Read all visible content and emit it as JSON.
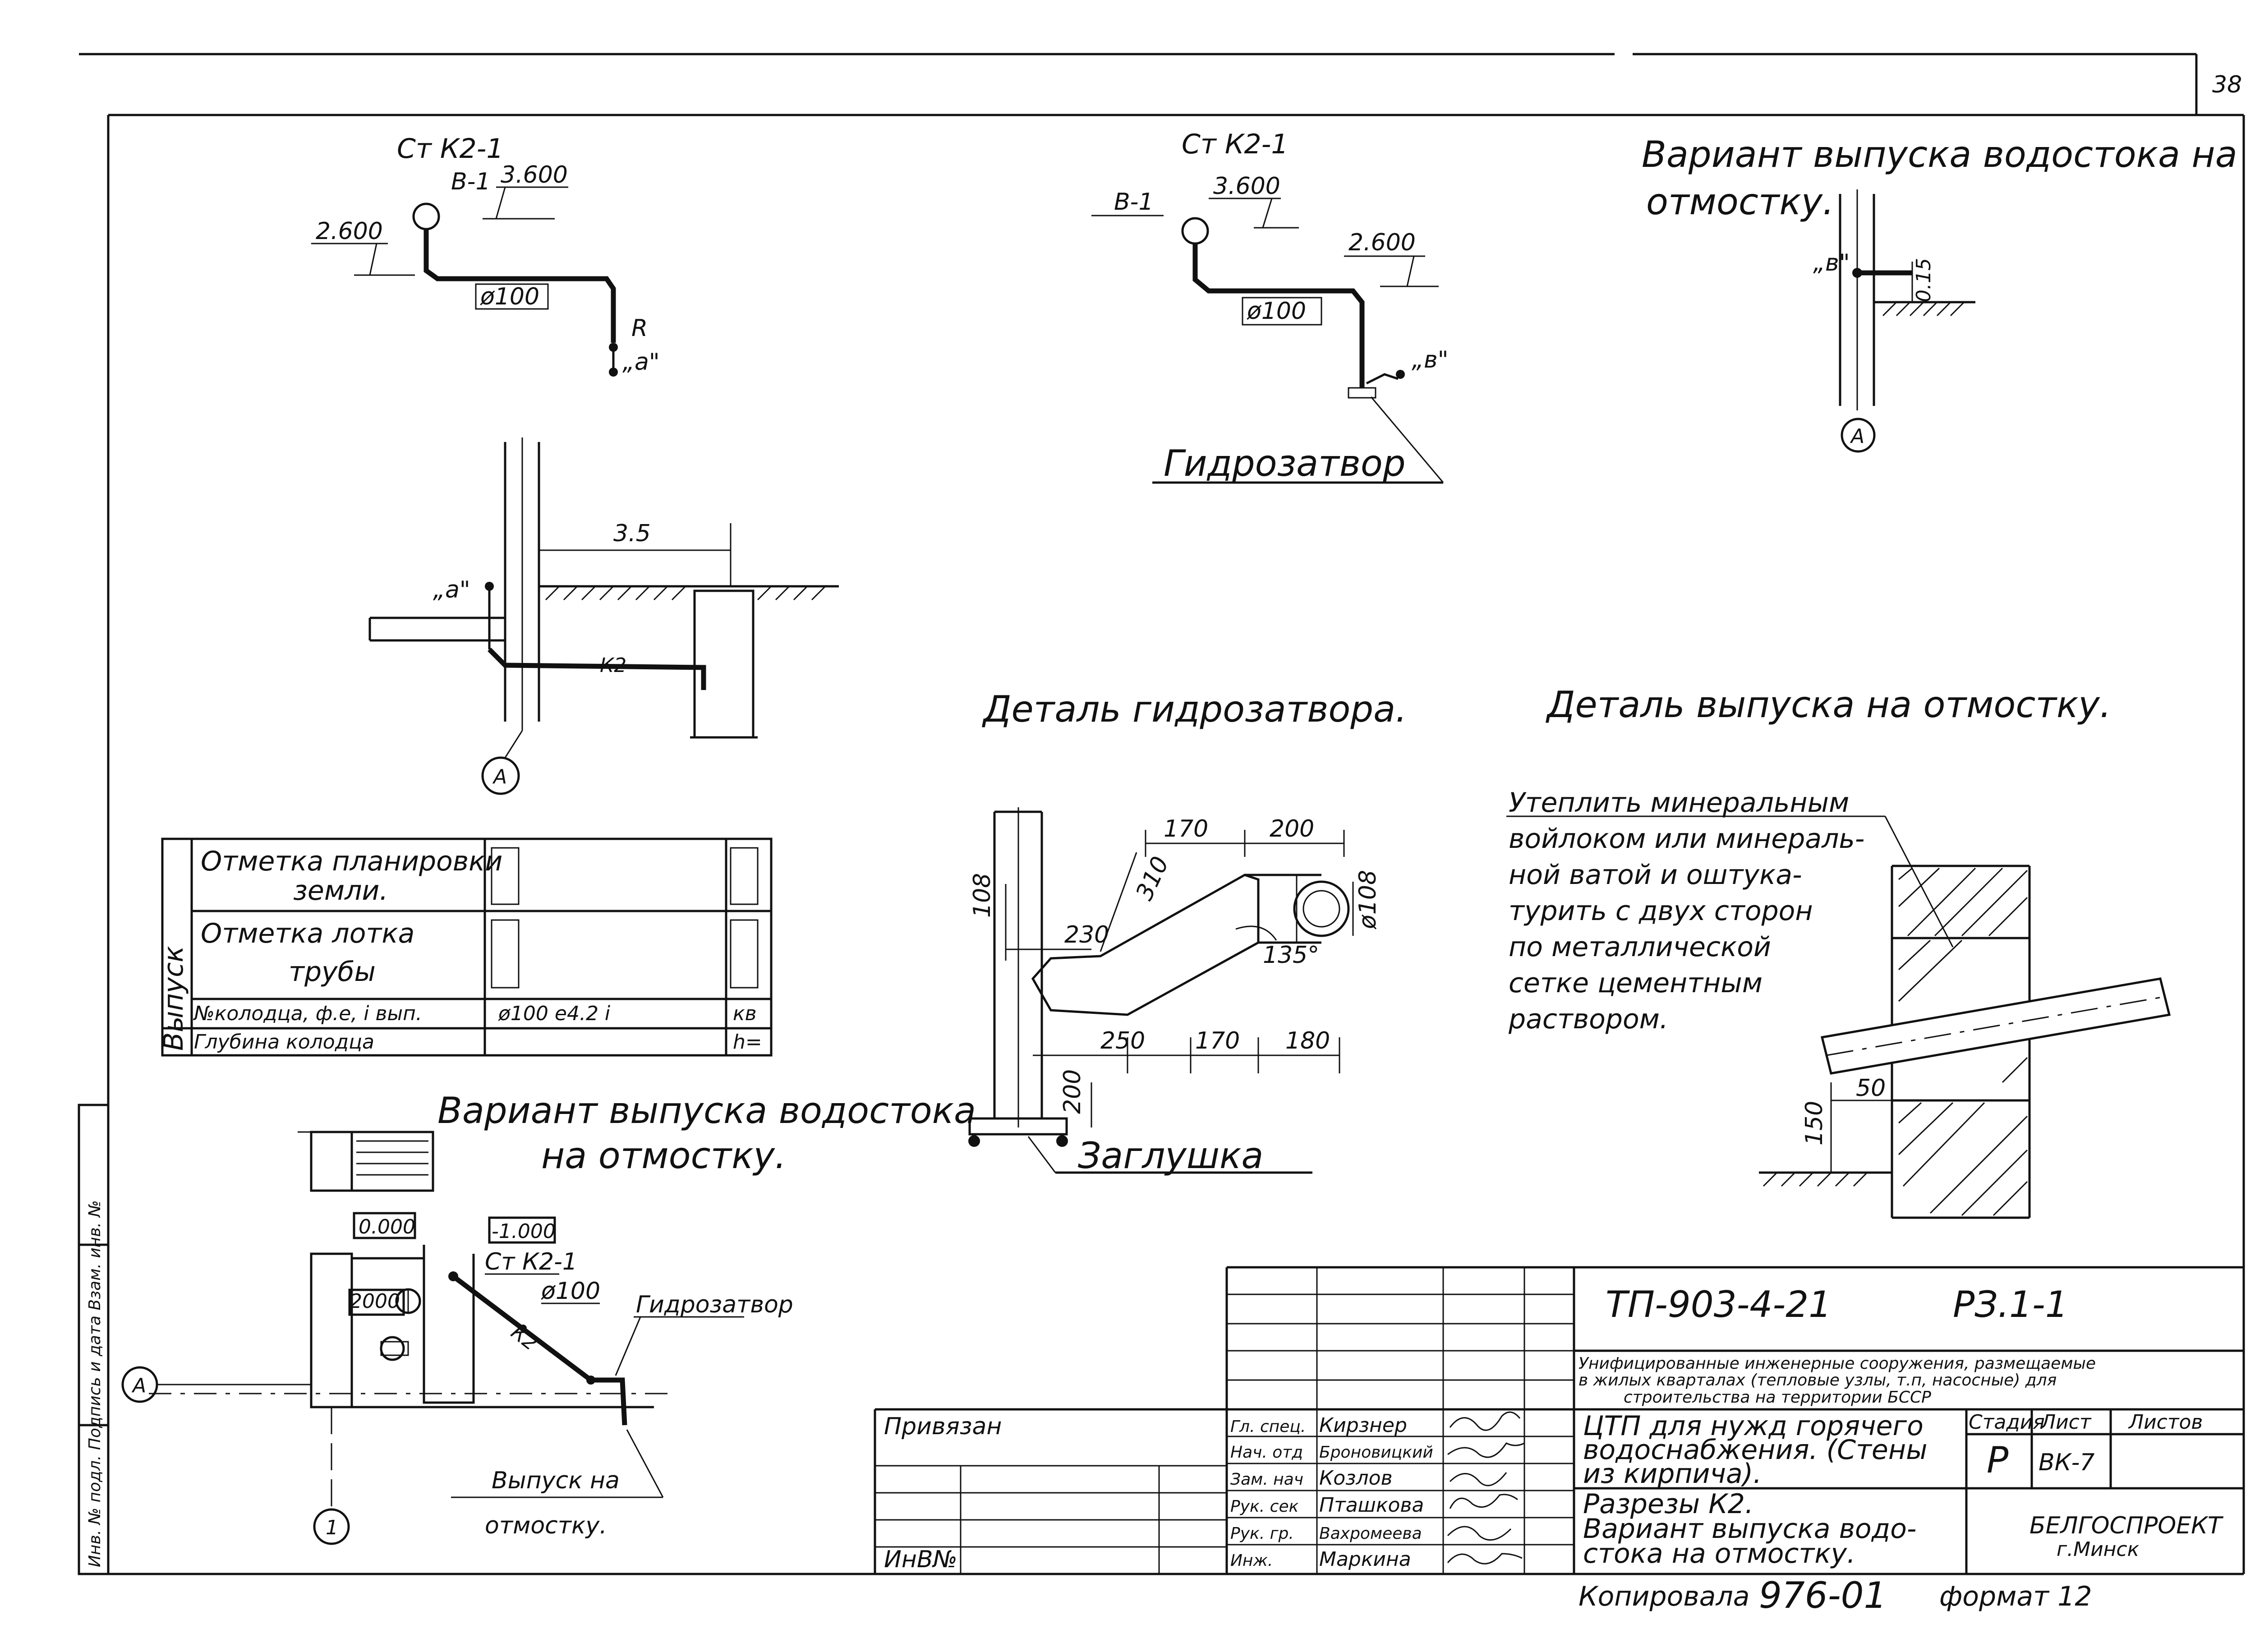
{
  "sheet": {
    "page_number": "38",
    "side_stamp": "Инв. № подл. Подпись и дата Взам. инв. №"
  },
  "diagram_top_left": {
    "label": "Ст К2-1",
    "node": "В-1",
    "elev_high": "3.600",
    "elev_low": "2.600",
    "pipe": "ø100",
    "bend": "R",
    "point": "„а\""
  },
  "diagram_top_mid": {
    "label": "Ст К2-1",
    "node": "В-1",
    "elev_high": "3.600",
    "elev_low": "2.600",
    "pipe": "ø100",
    "point": "„в\"",
    "caption": "Гидрозатвор"
  },
  "variant_top_right": {
    "title_line1": "Вариант выпуска водостока на",
    "title_line2": "отмостку.",
    "point": "„в\"",
    "dim": "0.15",
    "axis": "А"
  },
  "section_left": {
    "dim": "3.5",
    "point": "„а\"",
    "pipe": "К2",
    "axis": "А"
  },
  "detail_seal": {
    "title": "Деталь гидрозатвора.",
    "dims": [
      "170",
      "200",
      "310",
      "108",
      "230",
      "ø108",
      "135°",
      "250",
      "170",
      "180",
      "200"
    ],
    "caption": "Заглушка"
  },
  "detail_outlet": {
    "title": "Деталь выпуска на отмостку.",
    "note_lines": [
      "Утеплить минеральным",
      "войлоком или минераль-",
      "ной ватой и оштука-",
      "турить с двух сторон",
      "по металлической",
      "сетке цементным",
      "раствором."
    ],
    "dims": [
      "150",
      "50"
    ]
  },
  "outlet_table": {
    "side_label": "Выпуск",
    "rows": [
      [
        "Отметка планировки",
        "земли."
      ],
      [
        "Отметка лотка",
        "трубы"
      ],
      [
        "№колодца, ф.е, і вып.",
        "ø100 е4.2 і",
        "кв"
      ],
      [
        "Глубина колодца",
        "h="
      ]
    ]
  },
  "variant_bottom": {
    "title_line1": "Вариант выпуска водостока",
    "title_line2": "на отмостку.",
    "elev_zero": "0.000",
    "elev_minus": "-1.000",
    "riser": "Ст К2-1",
    "pipe": "ø100",
    "line": "К2",
    "dim": "2000",
    "seal": "Гидрозатвор",
    "outlet_line1": "Выпуск на",
    "outlet_line2": "отмостку.",
    "axis_letter": "А",
    "axis_number": "1"
  },
  "title_block": {
    "project_code": "ТП-903-4-21",
    "volume": "РЗ.1-1",
    "series_line1": "Унифицированные инженерные сооружения, размещаемые",
    "series_line2": "в жилых кварталах (тепловые узлы, т.п, насосные) для",
    "series_line3": "строительства на территории БССР",
    "object_line1": "ЦТП для нужд горячего",
    "object_line2": "водоснабжения. (Стены",
    "object_line3": "из кирпича).",
    "sheet_line1": "Разрезы К2.",
    "sheet_line2": "Вариант выпуска водо-",
    "sheet_line3": "стока на отмостку.",
    "stage_hdr": "Стадия",
    "sheet_hdr": "Лист",
    "sheets_hdr": "Листов",
    "stage": "Р",
    "sheet_no": "ВК-7",
    "org": "БЕЛГОСПРОЕКТ",
    "city": "г.Минск",
    "tied": "Привязан",
    "inv": "ИнВ№",
    "roles": [
      "Гл. спец.",
      "Нач. отд",
      "Зам. нач",
      "Рук. сек",
      "Рук. гр.",
      "Инж."
    ],
    "names": [
      "Кирзнер",
      "Броновицкий",
      "Козлов",
      "Пташкова",
      "Вахромеева",
      "Маркина"
    ],
    "copied": "Копировала",
    "copy_no": "976-01",
    "format": "формат 12"
  }
}
